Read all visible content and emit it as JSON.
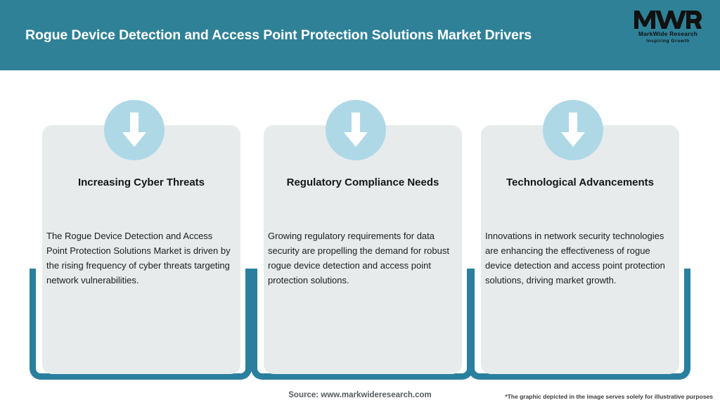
{
  "header": {
    "title": "Rogue Device Detection and Access Point Protection Solutions Market Drivers",
    "background_color": "#2F8198",
    "title_color": "#FFFFFF"
  },
  "logo": {
    "mark": "MWR",
    "name": "MarkWide Research",
    "tagline": "Inspiring Growth"
  },
  "cards": [
    {
      "icon": "arrow-down-icon",
      "title": "Increasing Cyber Threats",
      "body": "The Rogue Device Detection and Access Point Protection Solutions Market is driven by the rising frequency of cyber threats targeting network vulnerabilities."
    },
    {
      "icon": "arrow-down-icon",
      "title": "Regulatory Compliance Needs",
      "body": "Growing regulatory requirements for data security are propelling the demand for robust rogue device detection and access point protection solutions."
    },
    {
      "icon": "arrow-down-icon",
      "title": "Technological Advancements",
      "body": "Innovations in network security technologies are enhancing the effectiveness of rogue device detection and access point protection solutions, driving market growth."
    }
  ],
  "footer": {
    "source": "Source: www.markwideresearch.com",
    "note": "*The graphic depicted in the image serves solely for illustrative purposes"
  },
  "colors": {
    "header_teal": "#2F8198",
    "frame_teal": "#2A7F9E",
    "panel_gray": "#E7EBEC",
    "badge_blue": "#AFD8E7",
    "arrow_white": "#FFFFFF"
  }
}
